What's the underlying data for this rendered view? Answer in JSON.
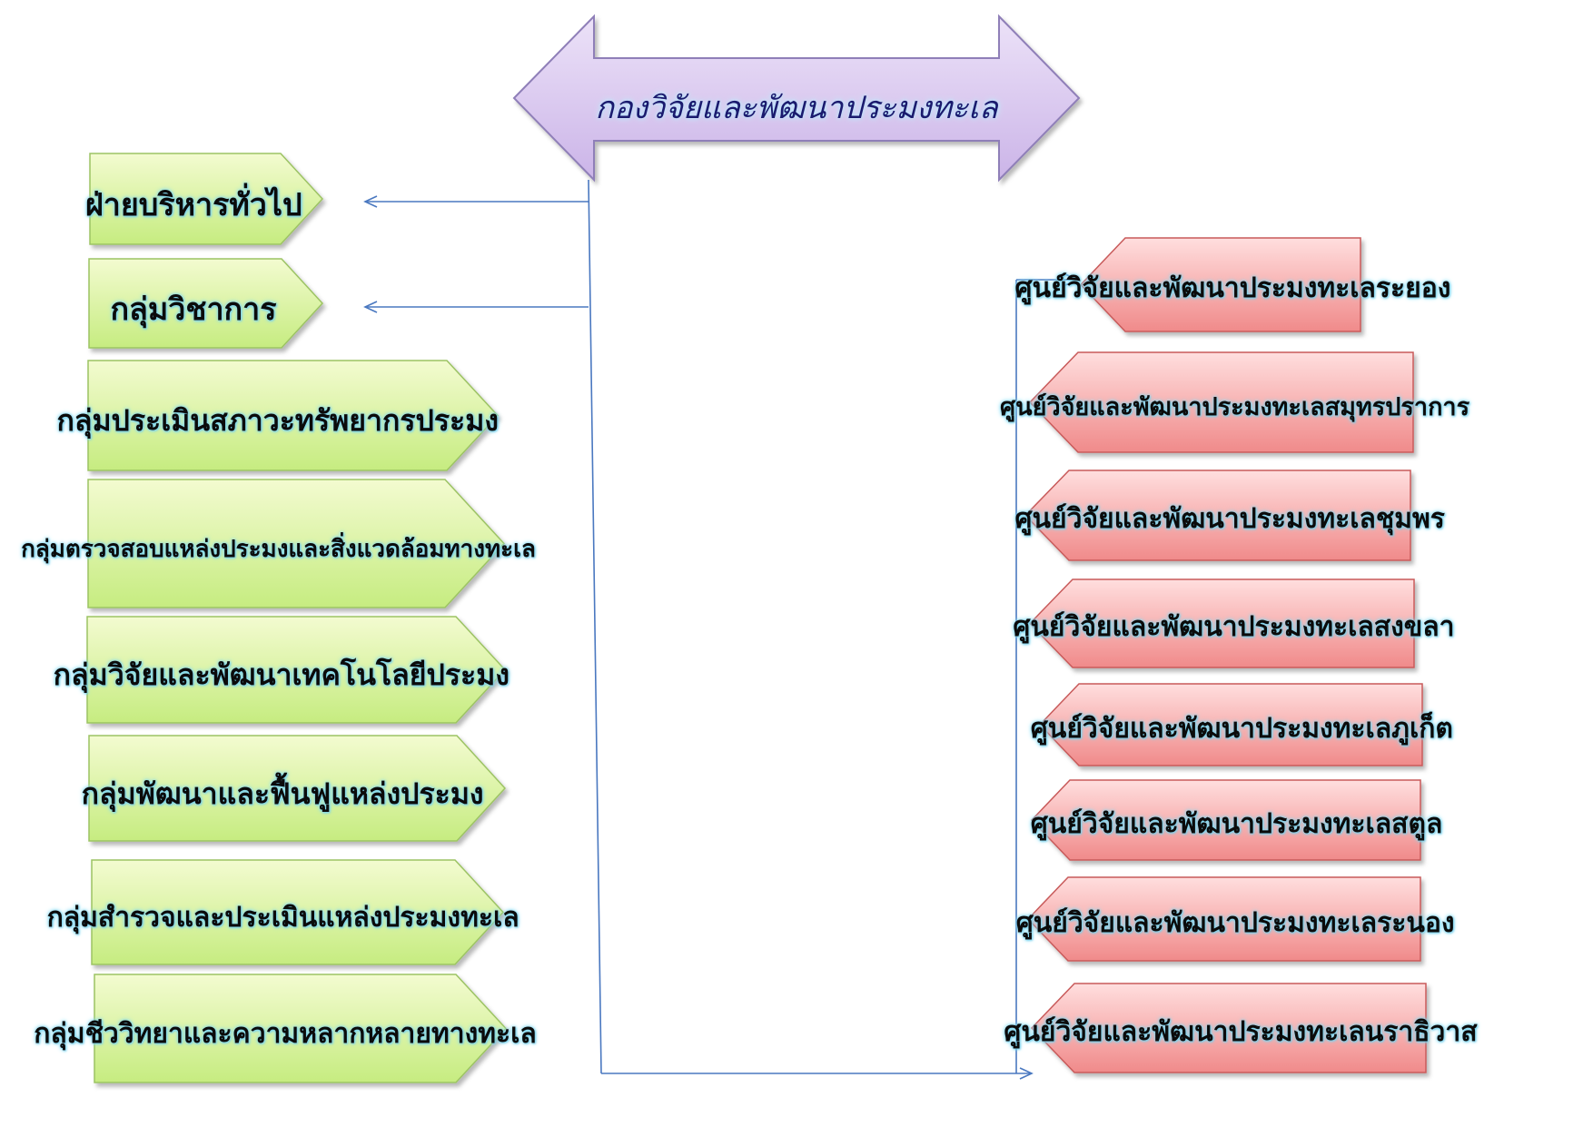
{
  "header": {
    "title": "กองวิจัยและพัฒนาประมงทะเล"
  },
  "colors": {
    "left_fill_top": "#f3fbd0",
    "left_fill_bottom": "#c6ec80",
    "left_stroke": "#9cc364",
    "right_fill_top": "#ffd4d4",
    "right_fill_bottom": "#f28f8f",
    "right_stroke": "#c85a5a",
    "header_fill": "#d9c6ef",
    "header_stroke": "#8f7fb8",
    "connector": "#4a78c0"
  },
  "left_groups": [
    "ฝ่ายบริหารทั่วไป",
    "กลุ่มวิชาการ",
    "กลุ่มประเมินสภาวะทรัพยากรประมง",
    "กลุ่มตรวจสอบแหล่งประมงและสิ่งแวดล้อมทางทะเล",
    "กลุ่มวิจัยและพัฒนาเทคโนโลยีประมง",
    "กลุ่มพัฒนาและฟื้นฟูแหล่งประมง",
    "กลุ่มสำรวจและประเมินแหล่งประมงทะเล",
    "กลุ่มชีววิทยาและความหลากหลายทางทะเล"
  ],
  "right_centers": [
    "ศูนย์วิจัยและพัฒนาประมงทะเลระยอง",
    "ศูนย์วิจัยและพัฒนาประมงทะเลสมุทรปราการ",
    "ศูนย์วิจัยและพัฒนาประมงทะเลชุมพร",
    "ศูนย์วิจัยและพัฒนาประมงทะเลสงขลา",
    "ศูนย์วิจัยและพัฒนาประมงทะเลภูเก็ต",
    "ศูนย์วิจัยและพัฒนาประมงทะเลสตูล",
    "ศูนย์วิจัยและพัฒนาประมงทะเลระนอง",
    "ศูนย์วิจัยและพัฒนาประมงทะเลนราธิวาส"
  ]
}
